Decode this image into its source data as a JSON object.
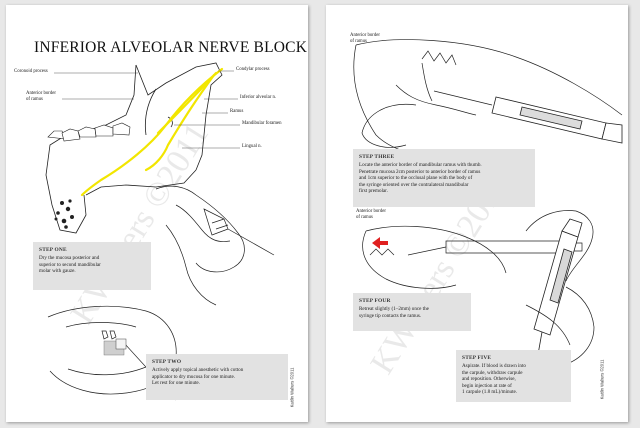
{
  "left_page": {
    "title": "INFERIOR ALVEOLAR NERVE BLOCK",
    "labels": {
      "coronoid": "Coronoid process",
      "condylar": "Condylar process",
      "anterior_border": "Anterior border\nof ramus",
      "inferior_alveolar": "Inferior alveolar n.",
      "ramus": "Ramus",
      "mandibular_foramen": "Mandibular foramen",
      "lingual": "Lingual n."
    },
    "step_one": {
      "heading": "STEP ONE",
      "text": "Dry the mucosa posterior and\nsuperior to second mandibular\nmolar with gauze."
    },
    "step_two": {
      "heading": "STEP TWO",
      "text": "Actively apply topical anesthetic with cotton\napplicator to dry mucosa for one minute.\nLet rest for one minute."
    },
    "watermark": "KWalters ©2011",
    "credit": "Kaitlin Walters ©2011"
  },
  "right_page": {
    "labels": {
      "anterior_border_top": "Anterior border\nof ramus",
      "anterior_border_mid": "Anterior border\nof ramus"
    },
    "step_three": {
      "heading": "STEP THREE",
      "text": "Locate the anterior border of mandibular ramus with thumb.\nPenetrate mucosa 2cm posterior to anterior border of ramus\nand 1cm superior to the occlusal plane with the body of\nthe syringe oriented over the contralateral mandibular\nfirst premolar."
    },
    "step_four": {
      "heading": "STEP FOUR",
      "text": "Retreat slightly (1–2mm) once the\nsyringe tip contacts the ramus."
    },
    "step_five": {
      "heading": "STEP FIVE",
      "text": "Aspirate. If blood is drawn into\nthe carpule, withdraw carpule\nand reposition. Otherwise,\nbegin injection at rate of\n1 carpule (1.8 mL)/minute."
    },
    "watermark": "KWalters ©2011",
    "credit": "Kaitlin Walters ©2011"
  },
  "colors": {
    "nerve": "#f2e600",
    "box": "#e2e2e2",
    "arrow": "#e02020"
  }
}
